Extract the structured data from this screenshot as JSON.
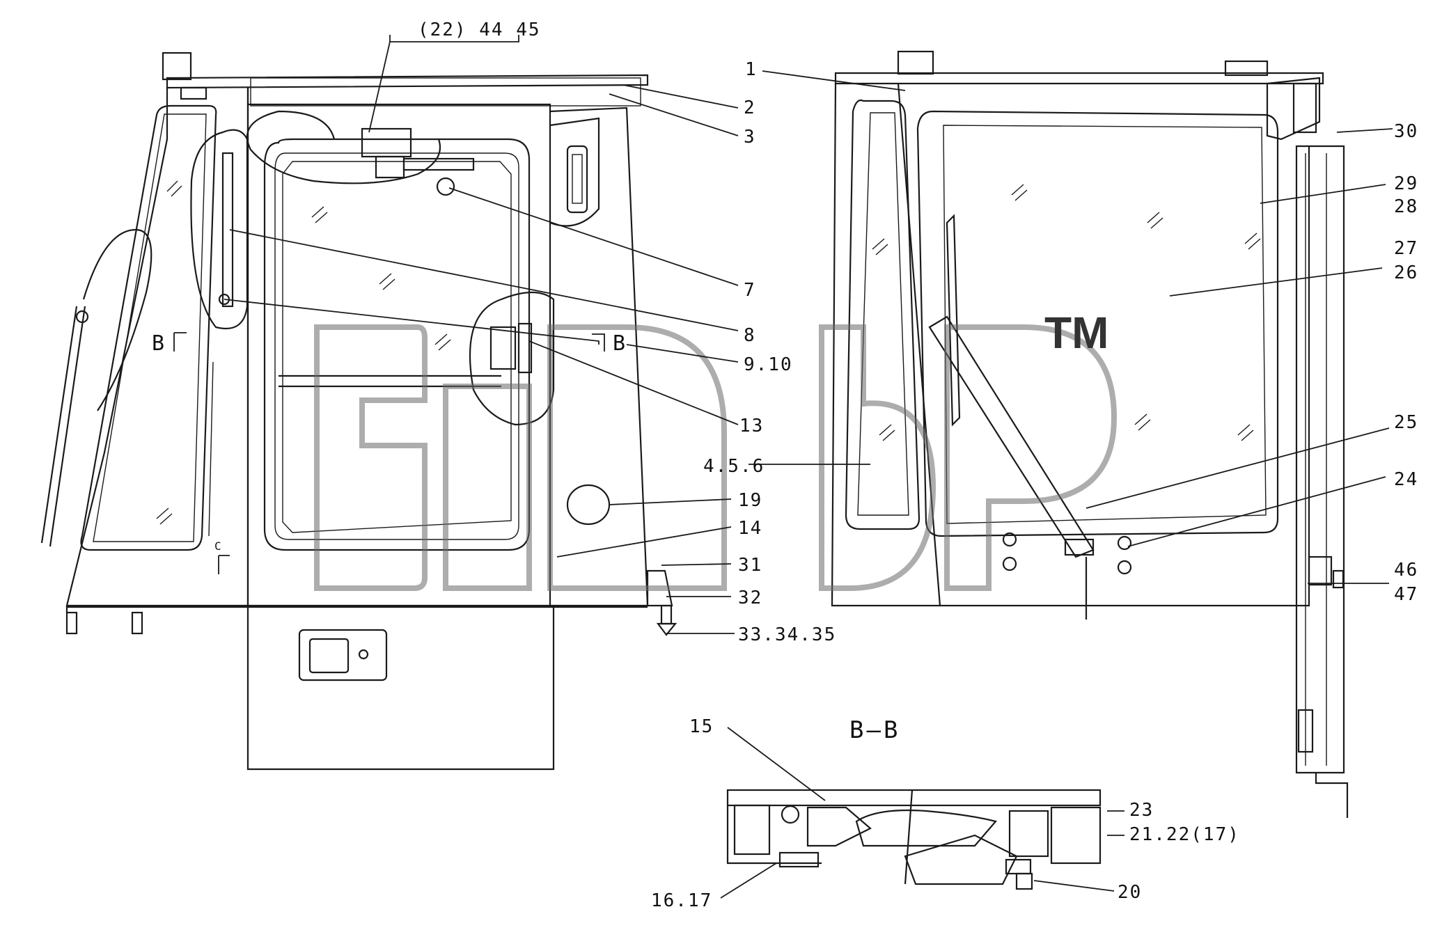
{
  "section_title": "B—B",
  "watermark": {
    "mark": "TM"
  },
  "labels": {
    "l_22_44_45": "(22) 44 45",
    "l_2": "2",
    "l_3": "3",
    "l_7": "7",
    "l_8": "8",
    "l_9_10": "9.10",
    "l_13": "13",
    "l_4_5_6": "4.5.6",
    "l_19": "19",
    "l_14": "14",
    "l_31": "31",
    "l_32": "32",
    "l_33_34_35": "33.34.35",
    "l_1": "1",
    "l_30": "30",
    "l_29": "29",
    "l_28": "28",
    "l_27": "27",
    "l_26": "26",
    "l_25": "25",
    "l_24": "24",
    "l_46": "46",
    "l_47": "47",
    "l_15": "15",
    "l_23": "23",
    "l_21_22_17": "21.22(17)",
    "l_20": "20",
    "l_16_17": "16.17"
  },
  "section_marks": {
    "b_left": "B",
    "b_right": "B",
    "c_mark": "C"
  }
}
